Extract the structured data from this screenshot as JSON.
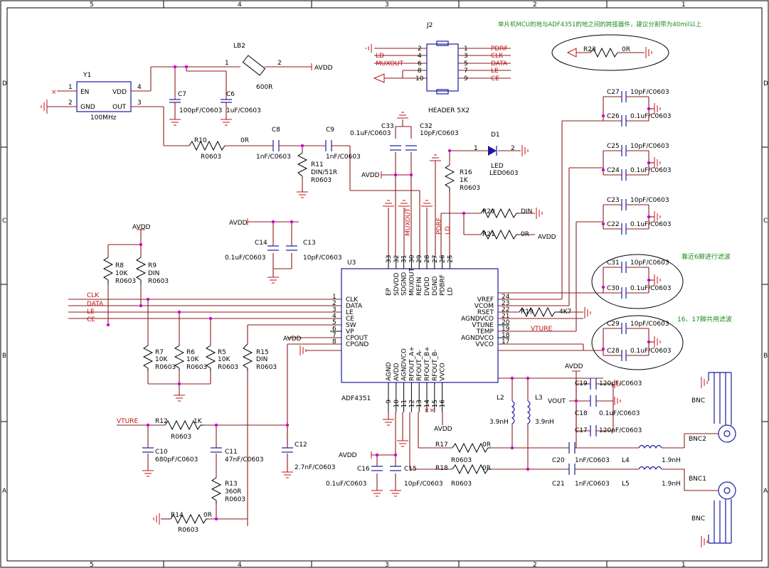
{
  "frame": {
    "col_labels": [
      "5",
      "4",
      "3",
      "2",
      "1"
    ],
    "row_labels": [
      "D",
      "C",
      "B",
      "A"
    ]
  },
  "notes": {
    "top": "单片机MCU的地与ADF4351的地之间的跨接器件，建议分割带为40mil以上",
    "pin6": "靠近6脚进行滤波",
    "pins1617": "16、17脚共用滤波"
  },
  "y1": {
    "ref": "Y1",
    "value": "100MHz",
    "pin_en": "EN",
    "pin_gnd": "GND",
    "pin_vdd": "VDD",
    "pin_out": "OUT",
    "n1": "1",
    "n2": "2",
    "n3": "3",
    "n4": "4"
  },
  "lb2": {
    "ref": "LB2",
    "value": "600R",
    "n1": "1",
    "n2": "2",
    "net": "AVDD"
  },
  "j2": {
    "ref": "J2",
    "value": "HEADER 5X2",
    "left_pins": [
      "2",
      "4",
      "6",
      "8",
      "10"
    ],
    "right_pins": [
      "1",
      "3",
      "5",
      "7",
      "9"
    ],
    "left_nets": [
      "",
      "LD",
      "MUXOUT",
      "",
      ""
    ],
    "right_nets": [
      "PDRF",
      "CLK",
      "DATA",
      "LE",
      "CE"
    ]
  },
  "r23": {
    "ref": "R23",
    "value": "0R"
  },
  "passives": [
    {
      "ref": "C7",
      "value": "100pF/C0603"
    },
    {
      "ref": "C6",
      "value": "1uF/C0603"
    },
    {
      "ref": "R10",
      "value": "0R",
      "pkg": "R0603"
    },
    {
      "ref": "C8",
      "value": "1nF/C0603"
    },
    {
      "ref": "C9",
      "value": "1nF/C0603"
    },
    {
      "ref": "R11",
      "value": "DIN/51R",
      "pkg": "R0603"
    },
    {
      "ref": "C33",
      "value": "0.1uF/C0603"
    },
    {
      "ref": "C32",
      "value": "10pF/C0603"
    },
    {
      "ref": "D1",
      "value": "LED",
      "pkg": "LED0603",
      "n1": "1",
      "n2": "2"
    },
    {
      "ref": "R16",
      "value": "1K",
      "pkg": "R0603"
    },
    {
      "ref": "R20",
      "value": "DIN"
    },
    {
      "ref": "R21",
      "value": "0R"
    },
    {
      "ref": "C14",
      "value": "0.1uF/C0603"
    },
    {
      "ref": "C13",
      "value": "10pF/C0603"
    },
    {
      "ref": "R8",
      "value": "10K",
      "pkg": "R0603"
    },
    {
      "ref": "R9",
      "value": "DIN",
      "pkg": "R0603"
    },
    {
      "ref": "R7",
      "value": "10K",
      "pkg": "R0603"
    },
    {
      "ref": "R6",
      "value": "10K",
      "pkg": "R0603"
    },
    {
      "ref": "R5",
      "value": "10K",
      "pkg": "R0603"
    },
    {
      "ref": "R15",
      "value": "DIN",
      "pkg": "R0603"
    },
    {
      "ref": "R12",
      "value": "1K",
      "pkg": "R0603"
    },
    {
      "ref": "C10",
      "value": "680pF/C0603"
    },
    {
      "ref": "C11",
      "value": "47nF/C0603"
    },
    {
      "ref": "C12",
      "value": "2.7nF/C0603"
    },
    {
      "ref": "R13",
      "value": "360R",
      "pkg": "R0603"
    },
    {
      "ref": "R14",
      "value": "0R",
      "pkg": "R0603"
    },
    {
      "ref": "C16",
      "value": "0.1uF/C0603"
    },
    {
      "ref": "C15",
      "value": "10pF/C0603"
    },
    {
      "ref": "R19",
      "value": "4K7"
    },
    {
      "ref": "R17",
      "value": "0R",
      "pkg": "R0603"
    },
    {
      "ref": "R18",
      "value": "0R",
      "pkg": "R0603"
    },
    {
      "ref": "L2",
      "value": "3.9nH"
    },
    {
      "ref": "L3",
      "value": "3.9nH"
    },
    {
      "ref": "C19",
      "value": "120pF/C0603"
    },
    {
      "ref": "C18",
      "value": "0.1uF/C0603"
    },
    {
      "ref": "C17",
      "value": "120pF/C0603"
    },
    {
      "ref": "C20",
      "value": "1nF/C0603"
    },
    {
      "ref": "C21",
      "value": "1nF/C0603"
    },
    {
      "ref": "L4",
      "value": "1.9nH"
    },
    {
      "ref": "L5",
      "value": "1.9nH"
    },
    {
      "ref": "C27",
      "value": "10pF/C0603"
    },
    {
      "ref": "C26",
      "value": "0.1uF/C0603"
    },
    {
      "ref": "C25",
      "value": "10pF/C0603"
    },
    {
      "ref": "C24",
      "value": "0.1uF/C0603"
    },
    {
      "ref": "C23",
      "value": "10pF/C0603"
    },
    {
      "ref": "C22",
      "value": "0.1uF/C0603"
    },
    {
      "ref": "C31",
      "value": "10pF/C0603"
    },
    {
      "ref": "C30",
      "value": "0.1uF/C0603"
    },
    {
      "ref": "C29",
      "value": "10pF/C0603"
    },
    {
      "ref": "C28",
      "value": "0.1uF/C0603"
    }
  ],
  "u3": {
    "ref": "U3",
    "value": "ADF4351",
    "left": [
      {
        "num": "1",
        "name": "CLK"
      },
      {
        "num": "2",
        "name": "DATA"
      },
      {
        "num": "3",
        "name": "LE"
      },
      {
        "num": "4",
        "name": "CE"
      },
      {
        "num": "5",
        "name": "SW"
      },
      {
        "num": "6",
        "name": "VP"
      },
      {
        "num": "7",
        "name": "CPOUT"
      },
      {
        "num": "8",
        "name": "CPGND"
      }
    ],
    "right": [
      {
        "num": "24",
        "name": "VREF"
      },
      {
        "num": "23",
        "name": "VCOM"
      },
      {
        "num": "22",
        "name": "RSET"
      },
      {
        "num": "21",
        "name": "AGNDVCO"
      },
      {
        "num": "20",
        "name": "VTUNE"
      },
      {
        "num": "19",
        "name": "TEMP"
      },
      {
        "num": "18",
        "name": "AGNDVCO"
      },
      {
        "num": "17",
        "name": "VVCO"
      }
    ],
    "top": [
      {
        "num": "33",
        "name": "EP"
      },
      {
        "num": "32",
        "name": "SDVDD"
      },
      {
        "num": "31",
        "name": "SDGND"
      },
      {
        "num": "30",
        "name": "MUXOUT"
      },
      {
        "num": "29",
        "name": "REFIN"
      },
      {
        "num": "28",
        "name": "DVDD"
      },
      {
        "num": "27",
        "name": "DGND"
      },
      {
        "num": "26",
        "name": "PDBRF"
      },
      {
        "num": "25",
        "name": "LD"
      }
    ],
    "bottom": [
      {
        "num": "9",
        "name": "AGND"
      },
      {
        "num": "10",
        "name": "AVDD"
      },
      {
        "num": "11",
        "name": "AGNDVCO"
      },
      {
        "num": "12",
        "name": "RFOUT_A+"
      },
      {
        "num": "13",
        "name": "RFOUT_A-"
      },
      {
        "num": "14",
        "name": "RFOUT_B+"
      },
      {
        "num": "15",
        "name": "RFOUT_B-"
      },
      {
        "num": "16",
        "name": "VVCO"
      }
    ]
  },
  "nets": {
    "avdd": "AVDD",
    "clk": "CLK",
    "data": "DATA",
    "le": "LE",
    "ce": "CE",
    "vture": "VTURE",
    "vout": "VOUT",
    "muxout": "MUXOUT",
    "pdrf": "PDRF",
    "ld": "LD",
    "din": "DIN",
    "vture_u": "VTURE"
  },
  "bnc": {
    "top": "BNC",
    "bnc2": "BNC2",
    "bnc1": "BNC1",
    "bottom": "BNC"
  }
}
